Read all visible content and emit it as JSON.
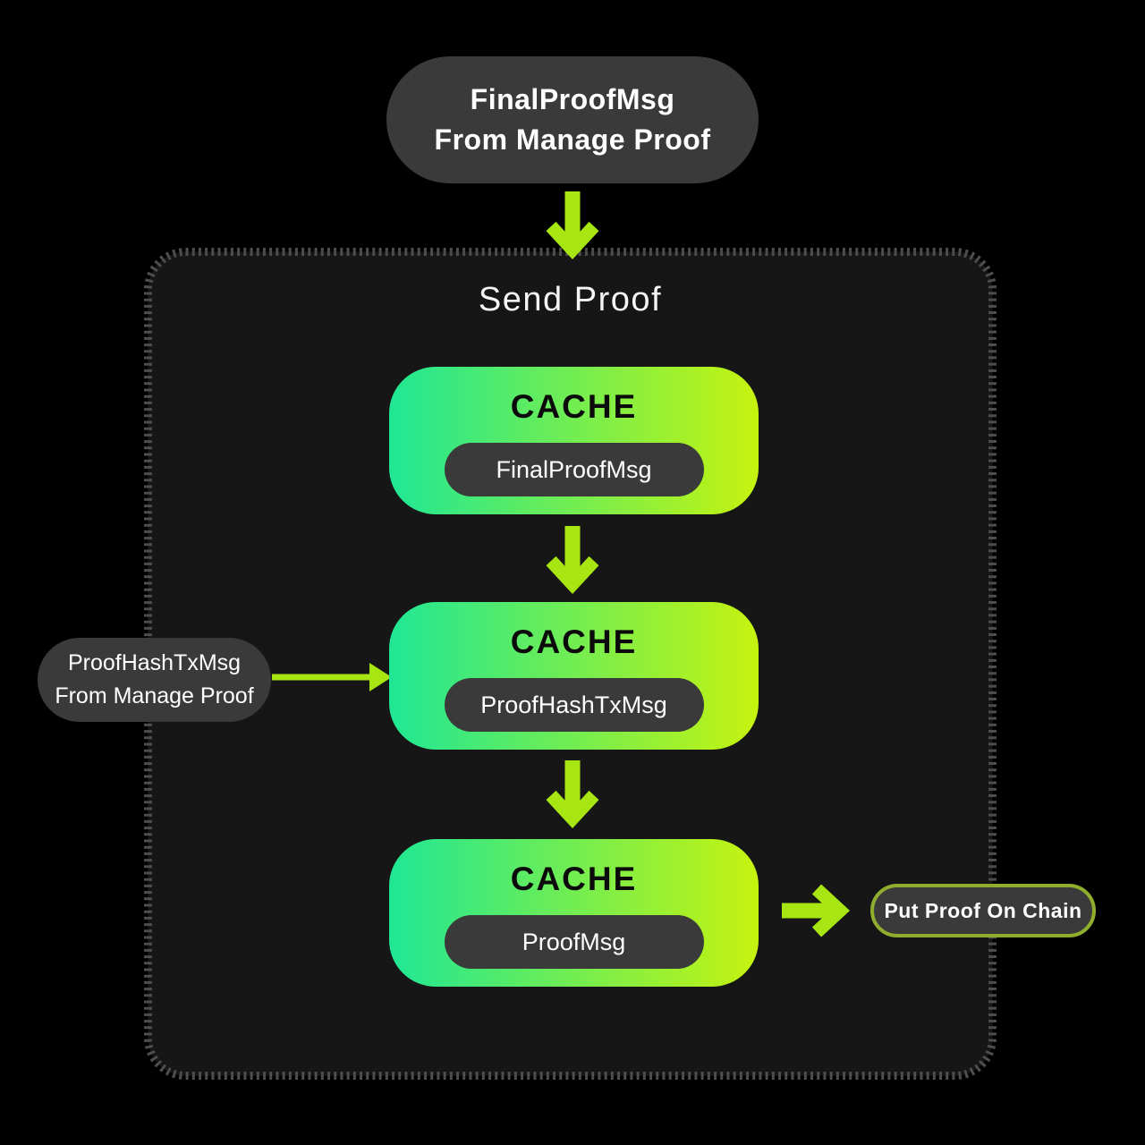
{
  "theme": {
    "background": "#000000",
    "container_fill": "#161616",
    "container_border": "#4d4d4d",
    "pill_fill": "#3a3a3a",
    "arrow_color": "#a8e613",
    "cache_gradient_start": "#1fe795",
    "cache_gradient_end": "#c6f30e",
    "cache_text_color": "#0b0b0b",
    "text_color": "#ffffff",
    "chain_border": "#8fae2e"
  },
  "nodes": {
    "top_input": {
      "line1": "FinalProofMsg",
      "line2": "From Manage Proof"
    },
    "container_title": "Send Proof",
    "caches": [
      {
        "title": "CACHE",
        "value": "FinalProofMsg"
      },
      {
        "title": "CACHE",
        "value": "ProofHashTxMsg"
      },
      {
        "title": "CACHE",
        "value": "ProofMsg"
      }
    ],
    "side_input": {
      "line1": "ProofHashTxMsg",
      "line2": "From Manage Proof"
    },
    "output": "Put Proof On Chain"
  }
}
